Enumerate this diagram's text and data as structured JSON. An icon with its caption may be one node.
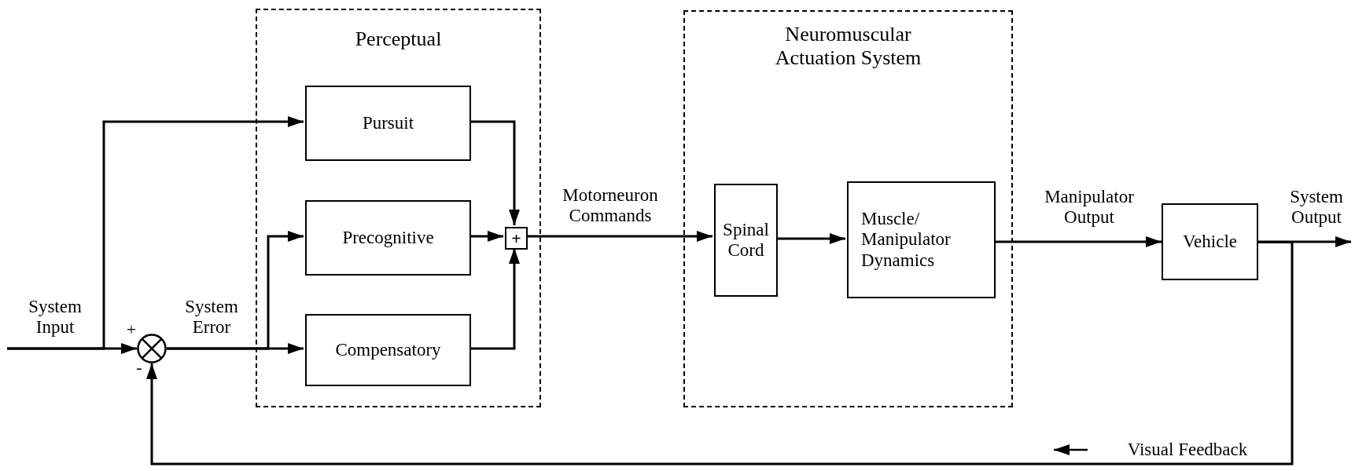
{
  "diagram": {
    "nodes": [
      {
        "text": [
          "Perceptual"
        ]
      },
      {
        "text": [
          "Pursuit"
        ],
        "in": 0
      },
      {
        "text": [
          "Precognitive"
        ],
        "in": 0
      },
      {
        "text": [
          "Compensatory"
        ],
        "in": 0
      },
      {
        "text": [
          "+"
        ],
        "in": 0
      },
      {
        "text": [
          "Neuromuscular Actuation System"
        ]
      },
      {
        "text": [
          "Spinal Cord"
        ],
        "in": 5
      },
      {
        "text": [
          "Muscle/ Manipulator Dynamics"
        ],
        "in": 5
      },
      {
        "text": [
          "Vehicle"
        ]
      },
      {
        "text": [],
        "shape": "circle"
      }
    ],
    "edges": [
      {
        "from": null,
        "to": 9,
        "arrow": "to",
        "label": "System Input"
      },
      {
        "from": null,
        "to": 1,
        "arrow": "to"
      },
      {
        "from": 9,
        "to": 3,
        "arrow": "to",
        "label": "System Error"
      },
      {
        "from": 9,
        "to": 2,
        "arrow": "to"
      },
      {
        "from": 1,
        "to": 4,
        "arrow": "to"
      },
      {
        "from": 2,
        "to": 4,
        "arrow": "to"
      },
      {
        "from": 3,
        "to": 4,
        "arrow": "to"
      },
      {
        "from": 4,
        "to": 6,
        "arrow": "to",
        "label": "Motorneuron Commands"
      },
      {
        "from": 6,
        "to": 7,
        "arrow": "to"
      },
      {
        "from": 7,
        "to": 8,
        "arrow": "to",
        "label": "Manipulator Output"
      },
      {
        "from": 8,
        "to": null,
        "arrow": "to",
        "label": "System Output"
      },
      {
        "from": 8,
        "to": 9,
        "arrow": "to",
        "label": "Visual Feedback"
      }
    ],
    "labels": [
      "+",
      "-"
    ]
  }
}
